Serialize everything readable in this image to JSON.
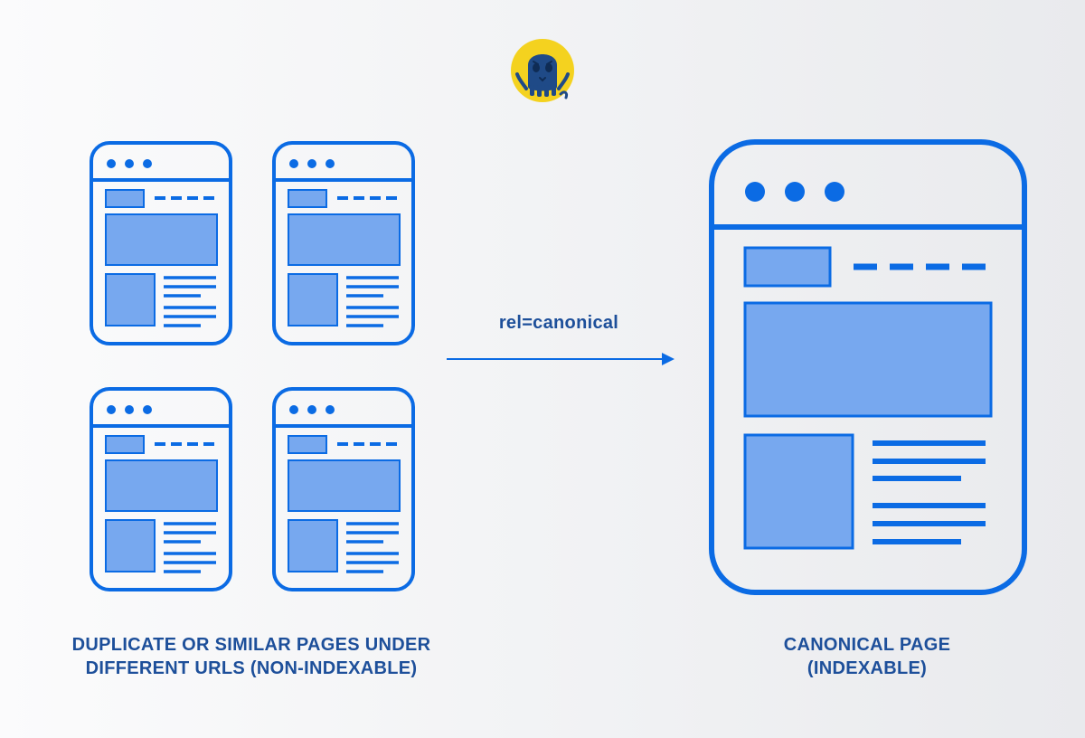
{
  "arrow_label": "rel=canonical",
  "left_caption": {
    "line1": "DUPLICATE OR SIMILAR PAGES UNDER",
    "line2": "DIFFERENT URLS (NON-INDEXABLE)"
  },
  "right_caption": {
    "line1": "CANONICAL PAGE",
    "line2": "(INDEXABLE)"
  },
  "logo": {
    "icon": "octopus-mascot-icon"
  },
  "colors": {
    "outline": "#0b6be4",
    "block_fill": "#77a8ef",
    "caption_text": "#1d4f9a",
    "logo_bg": "#f4d21f",
    "logo_octopus": "#1f4a87",
    "background_left": "#fbfbfc",
    "background_right": "#e9eaed"
  }
}
